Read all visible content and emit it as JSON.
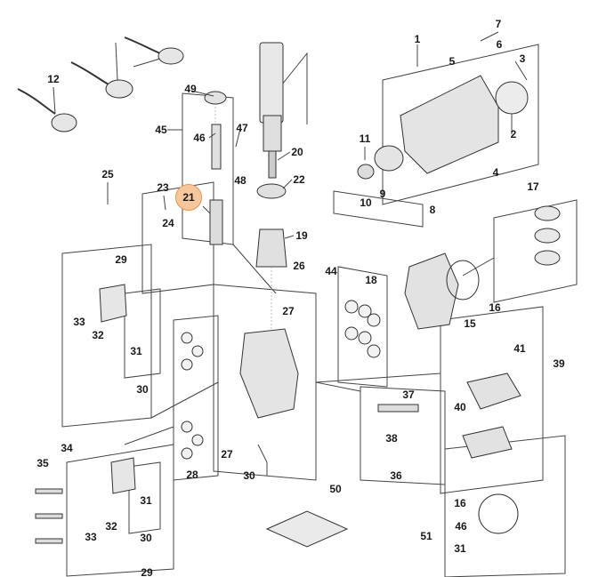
{
  "highlight_color": "#f6c79c",
  "highlight_border": "#e8954e",
  "callouts": {
    "c1": "1",
    "c2": "2",
    "c3": "3",
    "c4": "4",
    "c5": "5",
    "c6": "6",
    "c7": "7",
    "c8": "8",
    "c9": "9",
    "c10": "10",
    "c11": "11",
    "c12": "12",
    "c15": "15",
    "c16a": "16",
    "c16b": "16",
    "c17": "17",
    "c18": "18",
    "c19": "19",
    "c20": "20",
    "c21": "21",
    "c22": "22",
    "c23": "23",
    "c24": "24",
    "c25": "25",
    "c26": "26",
    "c27a": "27",
    "c27b": "27",
    "c28": "28",
    "c29a": "29",
    "c29b": "29",
    "c30a": "30",
    "c30b": "30",
    "c30c": "30",
    "c31a": "31",
    "c31b": "31",
    "c31c": "31",
    "c32a": "32",
    "c32b": "32",
    "c33a": "33",
    "c33b": "33",
    "c34": "34",
    "c35": "35",
    "c36": "36",
    "c37": "37",
    "c38": "38",
    "c39": "39",
    "c40": "40",
    "c41": "41",
    "c44": "44",
    "c45": "45",
    "c46a": "46",
    "c46b": "46",
    "c47": "47",
    "c48": "48",
    "c49": "49",
    "c50": "50",
    "c51": "51"
  }
}
